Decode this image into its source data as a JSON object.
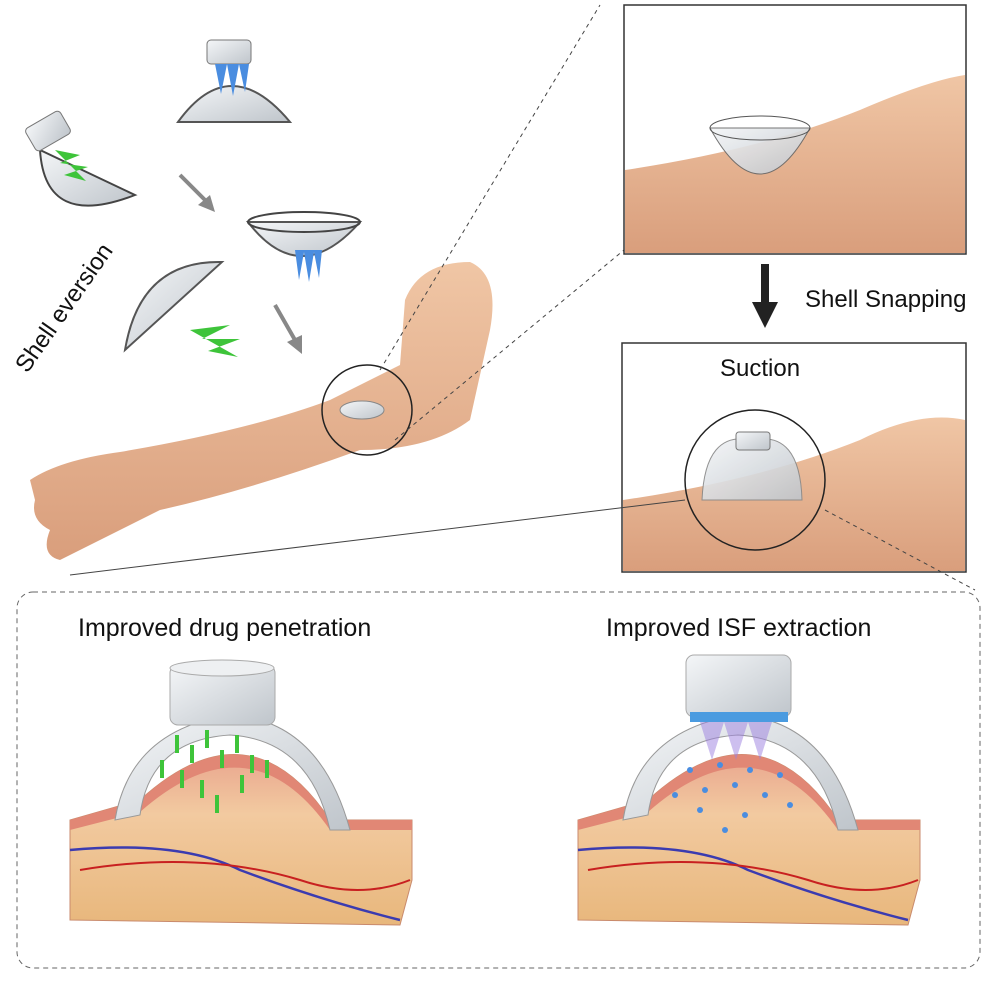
{
  "labels": {
    "shell_eversion": "Shell eversion",
    "shell_snapping": "Shell Snapping",
    "suction": "Suction",
    "drug_penetration": "Improved drug penetration",
    "isf_extraction": "Improved ISF extraction"
  },
  "colors": {
    "skin": "#e9b894",
    "drug_needles": "#3ec43a",
    "isf_needles": "#4a8de0",
    "shell": "#d8dde2",
    "dermis": "#e8a08a",
    "fat": "#f0c990"
  }
}
